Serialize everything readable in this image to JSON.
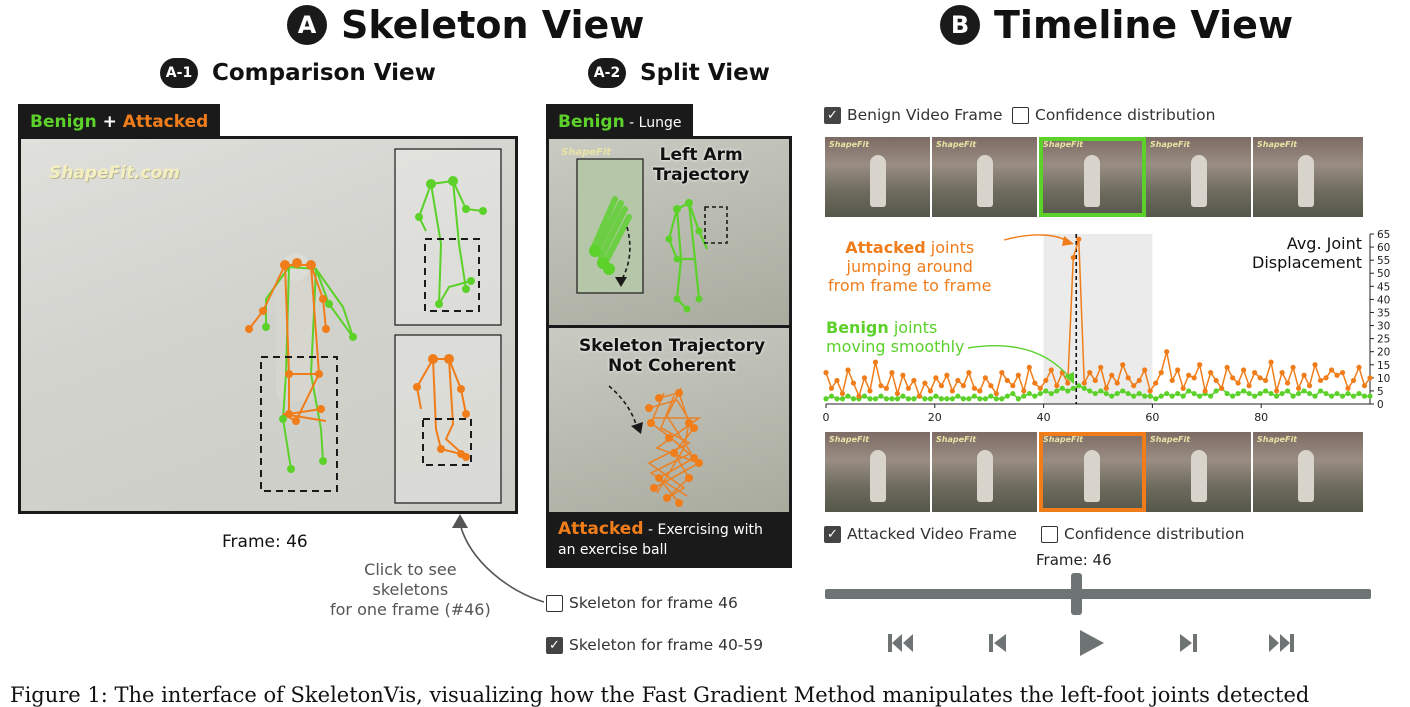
{
  "skeleton_view": {
    "badge": "A",
    "title": "Skeleton View",
    "comparison": {
      "badge": "A-1",
      "title": "Comparison View",
      "header_benign": "Benign",
      "header_plus": " + ",
      "header_attacked": "Attacked",
      "video_logo": "ShapeFit.com",
      "frame_label": "Frame: 46",
      "callout": [
        "Click to see",
        "skeletons",
        "for one frame (#46)"
      ]
    },
    "split": {
      "badge": "A-2",
      "title": "Split View",
      "benign_label": "Benign",
      "benign_class": " - Lunge",
      "benign_logo": "ShapeFit",
      "annot_left_arm": [
        "Left Arm",
        "Trajectory"
      ],
      "annot_traj": [
        "Skeleton Trajectory",
        "Not Coherent"
      ],
      "attacked_label": "Attacked",
      "attacked_class": " - Exercising with",
      "attacked_class_2": "an exercise ball",
      "cb_frame": "Skeleton for frame 46",
      "cb_range": "Skeleton for frame 40-59"
    }
  },
  "timeline_view": {
    "badge": "B",
    "title": "Timeline View",
    "cb_benign_video": "Benign Video Frame",
    "cb_conf_top": "Confidence distribution",
    "cb_attacked_video": "Attacked Video Frame",
    "cb_conf_bottom": "Confidence distribution",
    "thumb_logo": "ShapeFit",
    "frame_label": "Frame: 46",
    "annot_attacked": [
      "Attacked",
      " joints",
      "jumping around",
      "from frame to frame"
    ],
    "annot_benign": [
      "Benign",
      " joints",
      "moving smoothly"
    ],
    "controls": [
      "skip-start",
      "step-back",
      "play",
      "step-forward",
      "skip-end"
    ]
  },
  "checkbox_states": {
    "cb_frame": false,
    "cb_range": true,
    "cb_benign_video": true,
    "cb_conf_top": false,
    "cb_attacked_video": true,
    "cb_conf_bottom": false
  },
  "caption": "Figure 1: The interface of SkeletonVis, visualizing how the Fast Gradient Method manipulates the left-foot joints detected",
  "colors": {
    "benign": "#5bd12a",
    "attacked": "#f07d1a",
    "dark": "#1a1a1a",
    "slider": "#6e7373"
  },
  "chart_data": {
    "type": "line",
    "ylabel": "Avg. Joint Displacement",
    "xlim": [
      0,
      100
    ],
    "ylim": [
      0,
      65
    ],
    "xticks": [
      0,
      20,
      40,
      60,
      80
    ],
    "yticks": [
      0,
      5,
      10,
      15,
      20,
      25,
      30,
      35,
      40,
      45,
      50,
      55,
      60,
      65
    ],
    "highlight_range": [
      40,
      60
    ],
    "current_frame": 46,
    "series": [
      {
        "name": "Attacked",
        "values": [
          12,
          6,
          9,
          4,
          13,
          8,
          3,
          10,
          5,
          16,
          7,
          6,
          12,
          4,
          11,
          6,
          9,
          3,
          8,
          5,
          10,
          7,
          11,
          5,
          9,
          7,
          12,
          6,
          5,
          10,
          7,
          4,
          12,
          9,
          7,
          11,
          5,
          14,
          8,
          6,
          9,
          13,
          7,
          12,
          8,
          56,
          63,
          8,
          12,
          9,
          14,
          6,
          11,
          8,
          15,
          10,
          7,
          9,
          13,
          5,
          8,
          12,
          20,
          9,
          13,
          6,
          11,
          10,
          15,
          5,
          12,
          9,
          6,
          14,
          10,
          8,
          13,
          7,
          12,
          10,
          9,
          16,
          5,
          12,
          8,
          14,
          6,
          11,
          7,
          15,
          9,
          10,
          13,
          11,
          12,
          6,
          9,
          14,
          7,
          10
        ]
      },
      {
        "name": "Benign",
        "values": [
          2,
          3,
          2,
          2,
          3,
          2,
          2,
          3,
          2,
          2,
          3,
          2,
          2,
          2,
          3,
          2,
          2,
          3,
          2,
          2,
          3,
          2,
          2,
          2,
          3,
          2,
          2,
          3,
          2,
          2,
          3,
          2,
          2,
          3,
          4,
          2,
          3,
          4,
          3,
          4,
          5,
          4,
          5,
          6,
          5,
          6,
          7,
          6,
          5,
          4,
          5,
          4,
          3,
          4,
          5,
          4,
          3,
          4,
          3,
          3,
          2,
          3,
          4,
          3,
          4,
          3,
          5,
          4,
          3,
          4,
          3,
          5,
          6,
          4,
          3,
          4,
          5,
          4,
          3,
          4,
          5,
          4,
          3,
          4,
          5,
          3,
          4,
          5,
          4,
          3,
          5,
          4,
          3,
          4,
          3,
          4,
          3,
          4,
          3,
          3
        ]
      }
    ]
  }
}
